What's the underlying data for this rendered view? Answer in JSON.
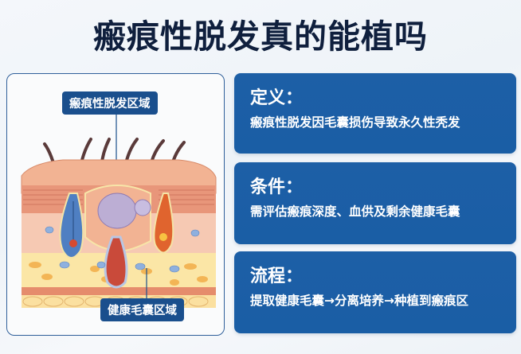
{
  "title": "瘢痕性脱发真的能植吗",
  "illustration": {
    "label_top": "瘢痕性脱发区域",
    "label_bottom": "健康毛囊区域"
  },
  "cards": [
    {
      "heading": "定义：",
      "body": "瘢痕性脱发因毛囊损伤导致永久性秃发"
    },
    {
      "heading": "条件：",
      "body": "需评估瘢痕深度、血供及剩余健康毛囊"
    },
    {
      "heading": "流程：",
      "body": "提取健康毛囊→分离培养→种植到瘢痕区"
    }
  ],
  "colors": {
    "card_bg": "#1a5ea5",
    "label_bg": "#1a4f8d",
    "title_text": "#0f1f3d",
    "panel_border": "#2f5f9a"
  }
}
